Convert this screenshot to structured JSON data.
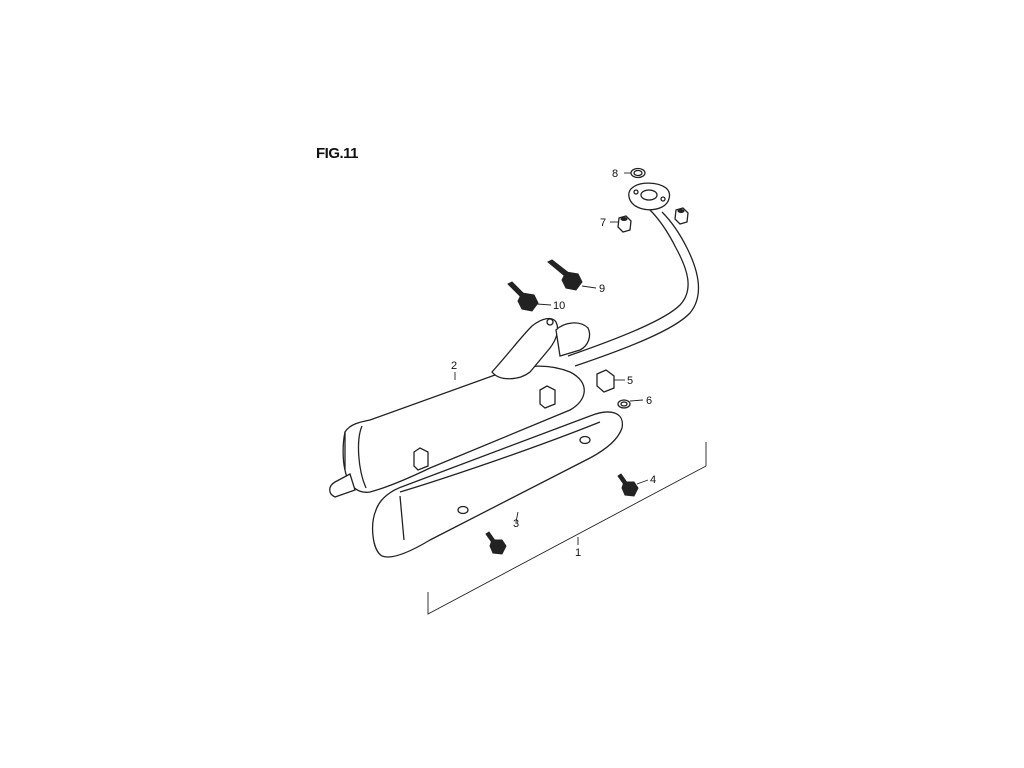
{
  "figure": {
    "title": "FIG.11"
  },
  "callouts": [
    {
      "id": "1",
      "label": "1"
    },
    {
      "id": "2",
      "label": "2"
    },
    {
      "id": "3",
      "label": "3"
    },
    {
      "id": "4",
      "label": "4"
    },
    {
      "id": "5",
      "label": "5"
    },
    {
      "id": "6",
      "label": "6"
    },
    {
      "id": "7",
      "label": "7"
    },
    {
      "id": "8",
      "label": "8"
    },
    {
      "id": "9",
      "label": "9"
    },
    {
      "id": "10",
      "label": "10"
    }
  ]
}
